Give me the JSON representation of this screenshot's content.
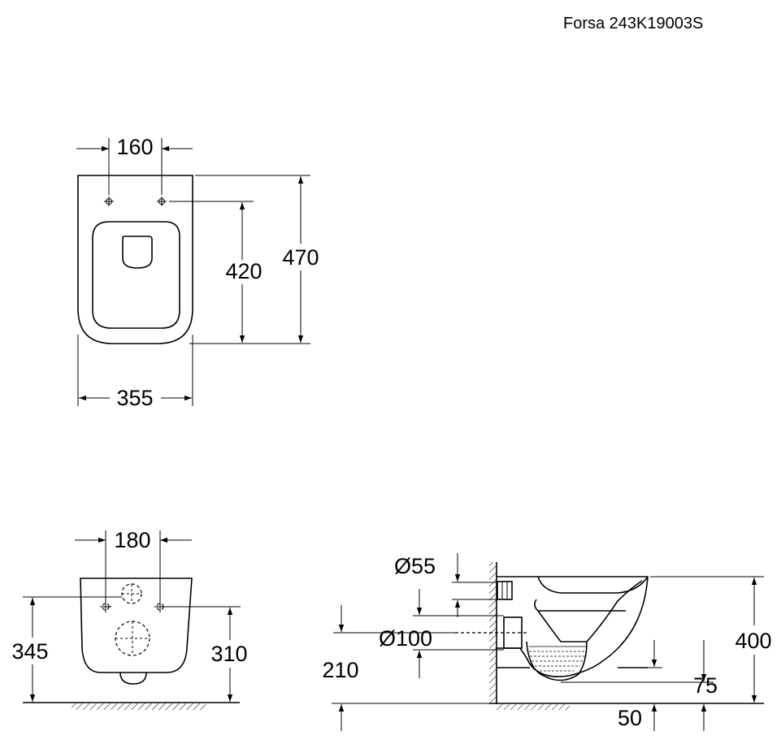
{
  "title": "Forsa 243K19003S",
  "top_view": {
    "fixing_spacing": "160",
    "fixing_depth": "420",
    "length": "470",
    "width": "355"
  },
  "rear_view": {
    "fixing_spacing": "180",
    "height_left": "345",
    "height_right": "310"
  },
  "side_view": {
    "inlet_diameter": "Ø55",
    "outlet_diameter": "Ø100",
    "outlet_height": "210",
    "total_height": "400",
    "trap_height": "75",
    "offset": "50"
  }
}
